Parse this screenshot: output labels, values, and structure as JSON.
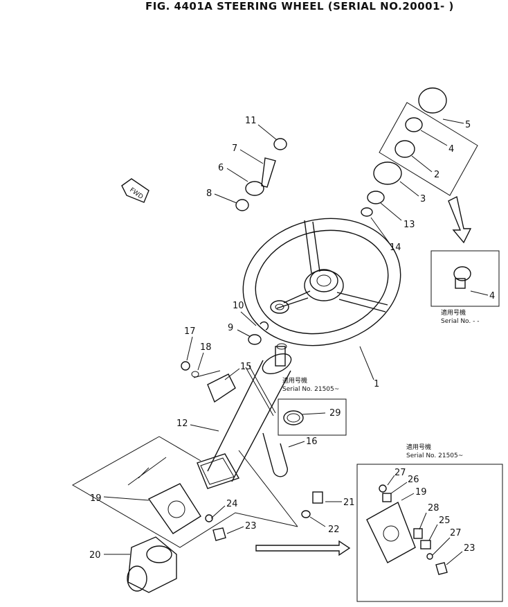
{
  "title": "FIG. 4401A  STEERING WHEEL (SERIAL NO.20001- )",
  "fwd_label": "FWD",
  "notes": {
    "top_right_label": "適用号機",
    "top_right_serial": "Serial No.  -  -",
    "mid_label": "適用号機",
    "mid_serial": "Serial No. 21505~",
    "bottom_right_label": "適用号機",
    "bottom_right_serial": "Serial No. 21505~"
  },
  "callouts": {
    "c1": "1",
    "c2": "2",
    "c3": "3",
    "c4a": "4",
    "c4b": "4",
    "c5": "5",
    "c6": "6",
    "c7": "7",
    "c8": "8",
    "c9": "9",
    "c10": "10",
    "c11": "11",
    "c12": "12",
    "c13": "13",
    "c14": "14",
    "c15": "15",
    "c16": "16",
    "c17": "17",
    "c18": "18",
    "c19a": "19",
    "c19b": "19",
    "c20": "20",
    "c21": "21",
    "c22": "22",
    "c23a": "23",
    "c23b": "23",
    "c24": "24",
    "c25": "25",
    "c26": "26",
    "c27a": "27",
    "c27b": "27",
    "c28": "28",
    "c29": "29"
  }
}
